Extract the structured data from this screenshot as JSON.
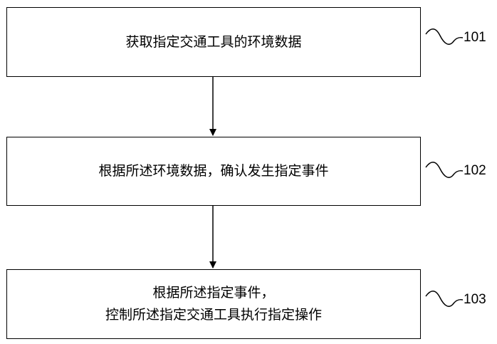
{
  "steps": [
    {
      "text": "获取指定交通工具的环境数据",
      "ref": "101"
    },
    {
      "text": "根据所述环境数据，确认发生指定事件",
      "ref": "102"
    },
    {
      "text": "根据所述指定事件，\n控制所述指定交通工具执行指定操作",
      "ref": "103"
    }
  ]
}
